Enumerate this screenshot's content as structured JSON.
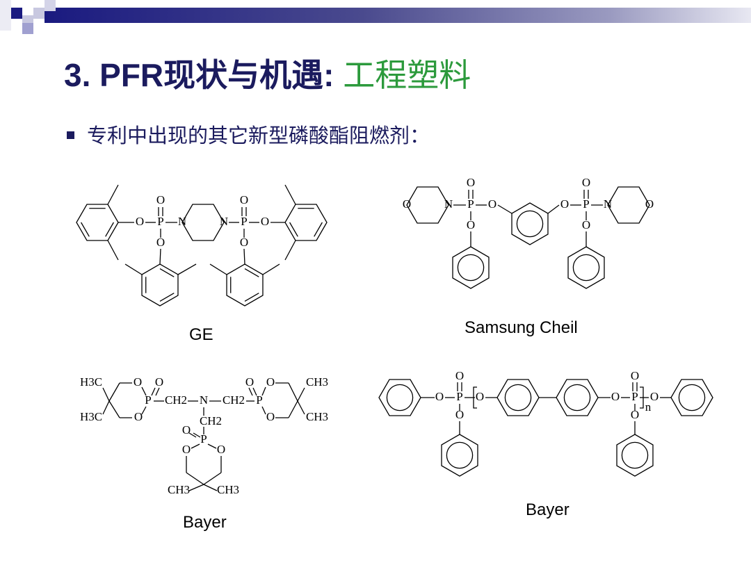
{
  "title": {
    "prefix": "3.  PFR现状与机遇: ",
    "highlight": "工程塑料"
  },
  "bullet": "专利中出现的其它新型磷酸酯阻燃剂：",
  "colors": {
    "title": "#1b1b5e",
    "highlight": "#2c9a3c",
    "bar": "#1a1a80"
  },
  "structures": [
    {
      "label": "GE",
      "atoms": [
        "O",
        "P",
        "O",
        "O",
        "N",
        "N",
        "P",
        "O",
        "O",
        "O"
      ]
    },
    {
      "label": "Samsung Cheil",
      "atoms": [
        "O",
        "N",
        "P",
        "O",
        "O",
        "O",
        "O",
        "P",
        "O",
        "O",
        "N",
        "O"
      ]
    },
    {
      "label": "Bayer",
      "atoms": [
        "H3C",
        "O",
        "O",
        "P",
        "CH2",
        "N",
        "CH2",
        "P",
        "O",
        "O",
        "CH3",
        "H3C",
        "O",
        "O",
        "CH3",
        "CH2",
        "O",
        "P",
        "O",
        "O",
        "CH3",
        "CH3"
      ]
    },
    {
      "label": "Bayer",
      "atoms": [
        "O",
        "P",
        "O",
        "O",
        "O",
        "O",
        "P",
        "O",
        "O",
        "n"
      ]
    }
  ]
}
